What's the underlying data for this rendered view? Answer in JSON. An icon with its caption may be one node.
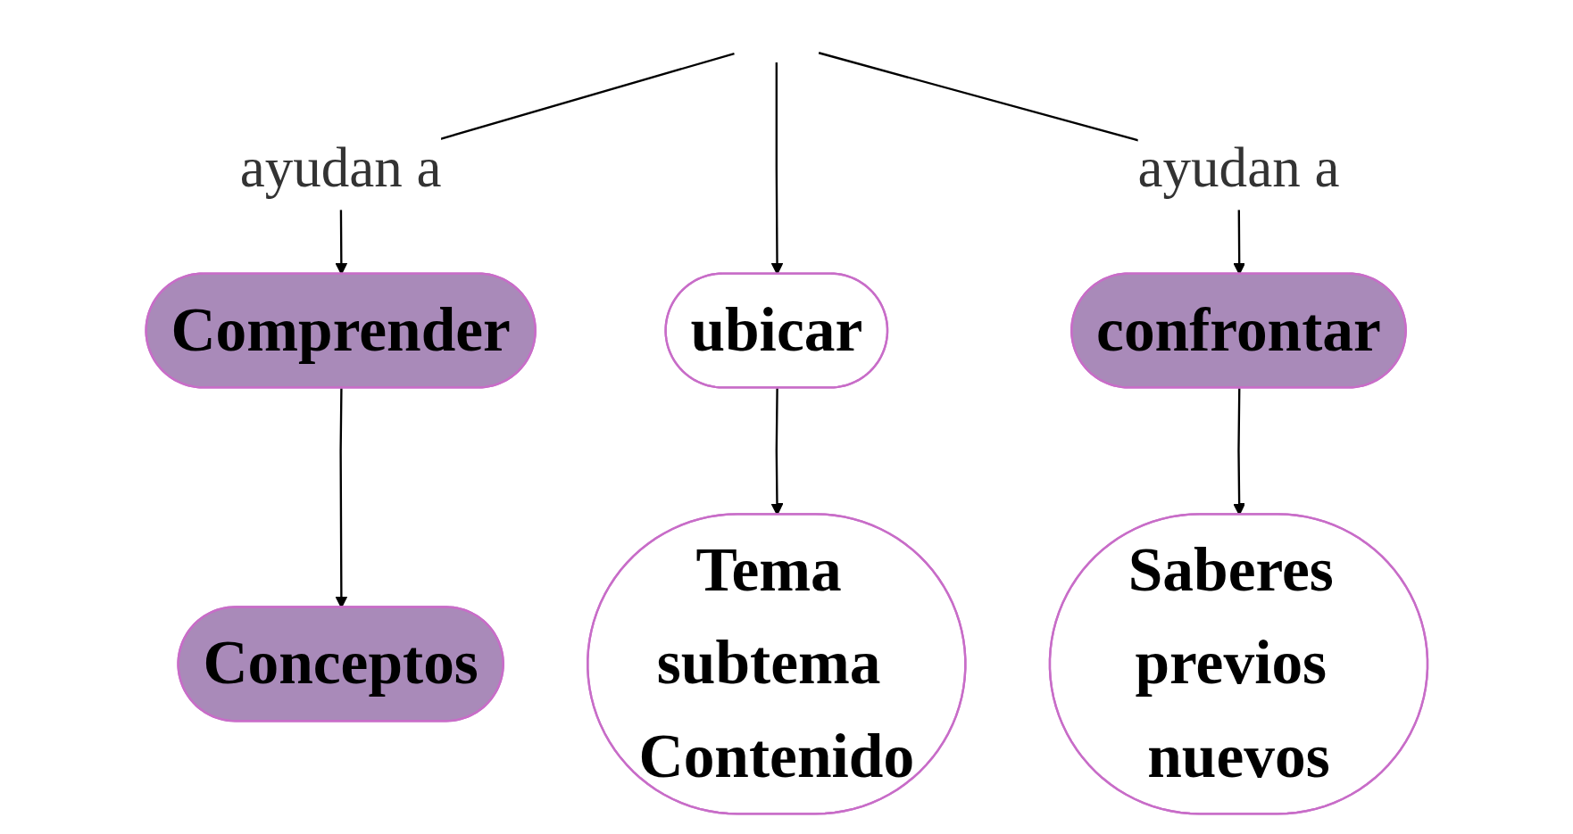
{
  "diagram": {
    "nodes": [
      {
        "text": [
          "Comprender"
        ]
      },
      {
        "text": [
          "ubicar"
        ]
      },
      {
        "text": [
          "confrontar"
        ]
      },
      {
        "text": [
          "Conceptos"
        ]
      },
      {
        "text": [
          "Tema subtema Contenido"
        ]
      },
      {
        "text": [
          "Saberes previos nuevos"
        ]
      }
    ],
    "edges": [
      {
        "from": null,
        "to": 0,
        "arrow": "to",
        "label": "ayudan a"
      },
      {
        "from": null,
        "to": 1,
        "arrow": "to"
      },
      {
        "from": null,
        "to": 2,
        "arrow": "to",
        "label": "ayudan a"
      },
      {
        "from": 0,
        "to": 3,
        "arrow": "to"
      },
      {
        "from": 1,
        "to": 4,
        "arrow": "to"
      },
      {
        "from": 2,
        "to": 5,
        "arrow": "to"
      }
    ]
  }
}
